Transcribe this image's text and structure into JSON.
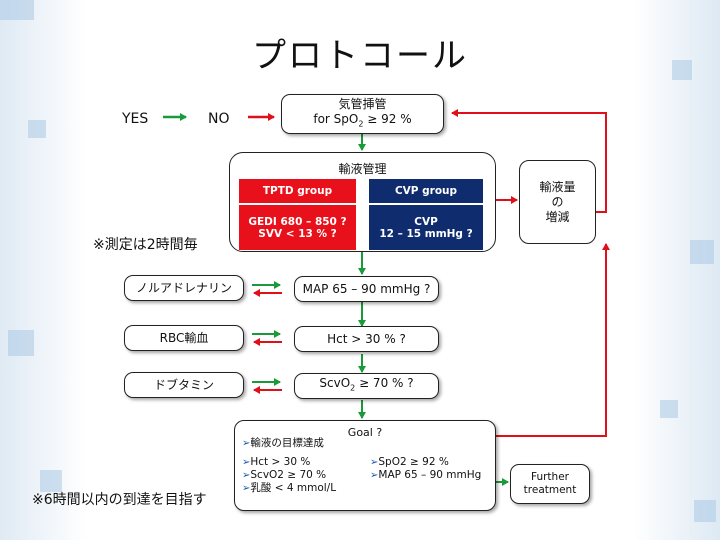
{
  "title": "プロトコール",
  "legend": {
    "yes": "YES",
    "no": "NO"
  },
  "intubation": {
    "line1": "気管挿管",
    "line2_pre": "for Sp",
    "line2_sub": "2",
    "line2_post": " ≥ 92 %",
    "o": "O"
  },
  "fluid_management": {
    "label": "輸液管理",
    "tptd": {
      "header": "TPTD group",
      "line1": "GEDI 680 – 850 ?",
      "line2": "SVV < 13 % ?"
    },
    "cvp": {
      "header": "CVP group",
      "line1": "CVP",
      "line2": "12 – 15 mmHg ?"
    }
  },
  "adjust": {
    "line1": "輸液量",
    "line2": "の",
    "line3": "増減"
  },
  "measure_note": "※測定は2時間毎",
  "interventions": [
    {
      "label": "ノルアドレナリン",
      "target": "MAP 65 – 90 mmHg ?"
    },
    {
      "label": "RBC輸血",
      "target": "Hct > 30 % ?"
    },
    {
      "label": "ドブタミン",
      "target_pre": "Scv",
      "target_o": "O",
      "target_sub": "2",
      "target_post": " ≥ 70 % ?"
    }
  ],
  "goal": {
    "label": "Goal ?",
    "heading": "輸液の目標達成",
    "left": [
      "Hct > 30 %",
      "ScvO2 ≥ 70 %",
      "乳酸 < 4 mmol/L"
    ],
    "right": [
      "SpO2 ≥ 92 %",
      "MAP 65 – 90 mmHg"
    ]
  },
  "deadline_note": "※6時間以内の到達を目指す",
  "further": {
    "line1": "Further",
    "line2": "treatment"
  },
  "colors": {
    "yes_arrow": "#1a9a3a",
    "no_arrow": "#e0101a",
    "tptd": "#e8101a",
    "cvp": "#0f2d6e",
    "bullet": "#1e56b0"
  }
}
